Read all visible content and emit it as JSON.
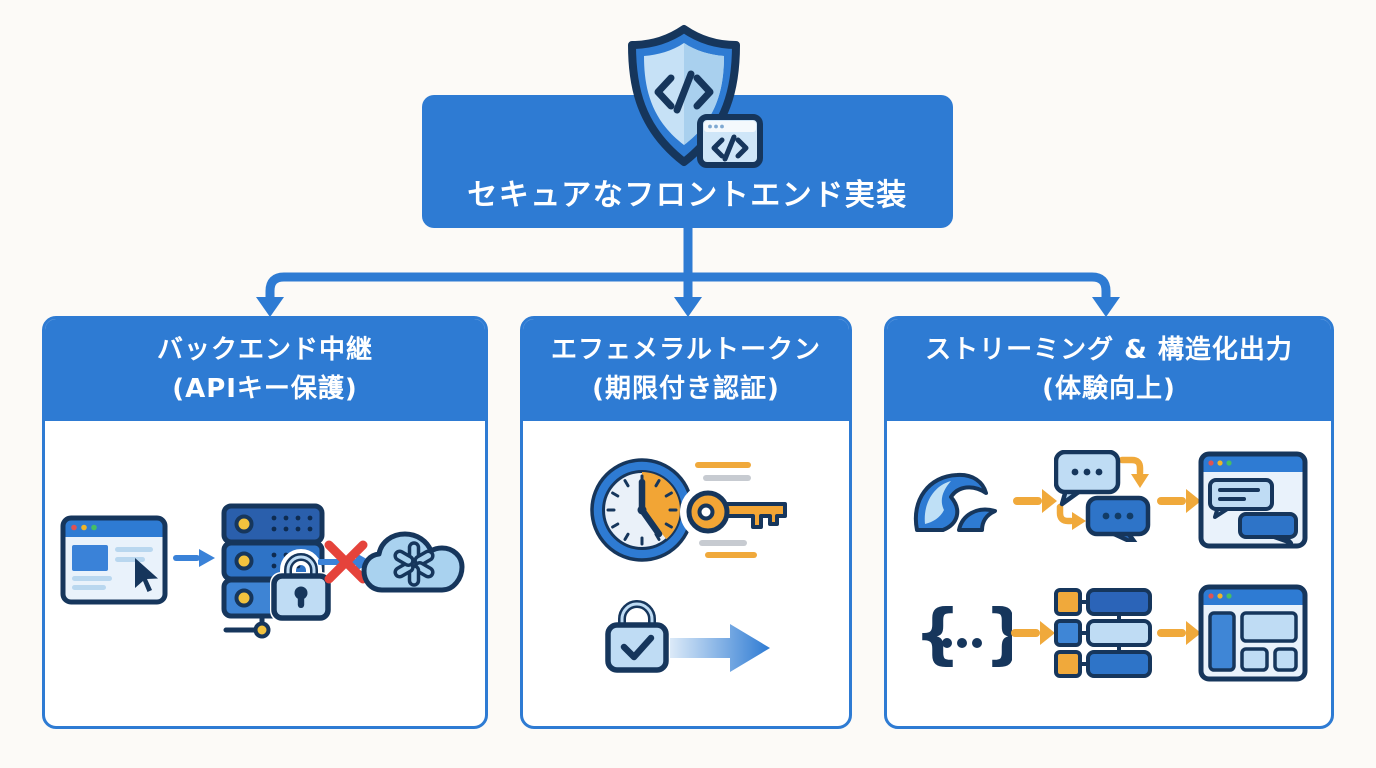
{
  "page": {
    "background": "#FCFAF7"
  },
  "root_node": {
    "title": "セキュアなフロントエンド実装"
  },
  "branches": [
    {
      "id": "backend-relay",
      "lines": [
        "バックエンド中継",
        "(APIキー保護)"
      ]
    },
    {
      "id": "ephemeral-token",
      "lines": [
        "エフェメラルトークン",
        "(期限付き認証)"
      ]
    },
    {
      "id": "streaming-output",
      "lines": [
        "ストリーミング & 構造化出力",
        "(体験向上)"
      ]
    }
  ],
  "colors": {
    "primary_blue": "#2E7BD3",
    "dark_navy": "#16365C",
    "light_blue": "#BFDCF4",
    "pale_blue": "#E9F2FB",
    "sky_blue": "#A9D2EF",
    "amber": "#F0A93B",
    "gold": "#F2C23E",
    "red_cross": "#E5433B",
    "dot_red": "#E05252",
    "dot_yellow": "#F0B429",
    "dot_green": "#46BE65",
    "gray_line": "#C7CBD1"
  },
  "icons": {
    "shield_code": "shield-with-code-brackets",
    "code_window": "code-browser-window",
    "browser_window": "browser-window-with-cursor",
    "server_stack": "server-stack-with-lock",
    "blocked_cross": "red-cross-blocked",
    "openai_cloud": "openai-logo-cloud",
    "timer_clock": "countdown-clock",
    "speed_key": "fast-key",
    "padlock_check": "padlock-with-checkmark",
    "flow_arrow": "gradient-right-arrow",
    "wave": "streaming-wave",
    "chat_bubbles": "chat-bubbles-with-flow-arrows",
    "chat_window": "chat-browser-window",
    "json_braces": "json-curly-braces",
    "brace_open": "{",
    "brace_close": "}",
    "structured_blocks": "structured-output-blocks",
    "layout_window": "layout-browser-window"
  }
}
